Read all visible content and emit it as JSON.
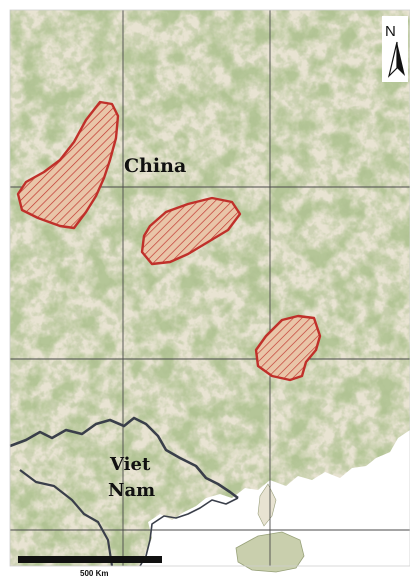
{
  "map": {
    "countries": [
      {
        "name": "China"
      },
      {
        "name": "Viet",
        "name2": "Nam"
      }
    ],
    "north_label": "N",
    "scale_bar": {
      "label": "500 Km"
    },
    "study_areas": [
      {
        "id": "area-1"
      },
      {
        "id": "area-2"
      },
      {
        "id": "area-3"
      }
    ],
    "colors": {
      "land": "#e8e3d2",
      "vegetation": "#8ea86a",
      "sea": "#ffffff",
      "area_outline": "#c0302a",
      "area_hatch": "#c0302a",
      "border": "#3a3f4a",
      "grid": "#4a4a4a"
    }
  }
}
